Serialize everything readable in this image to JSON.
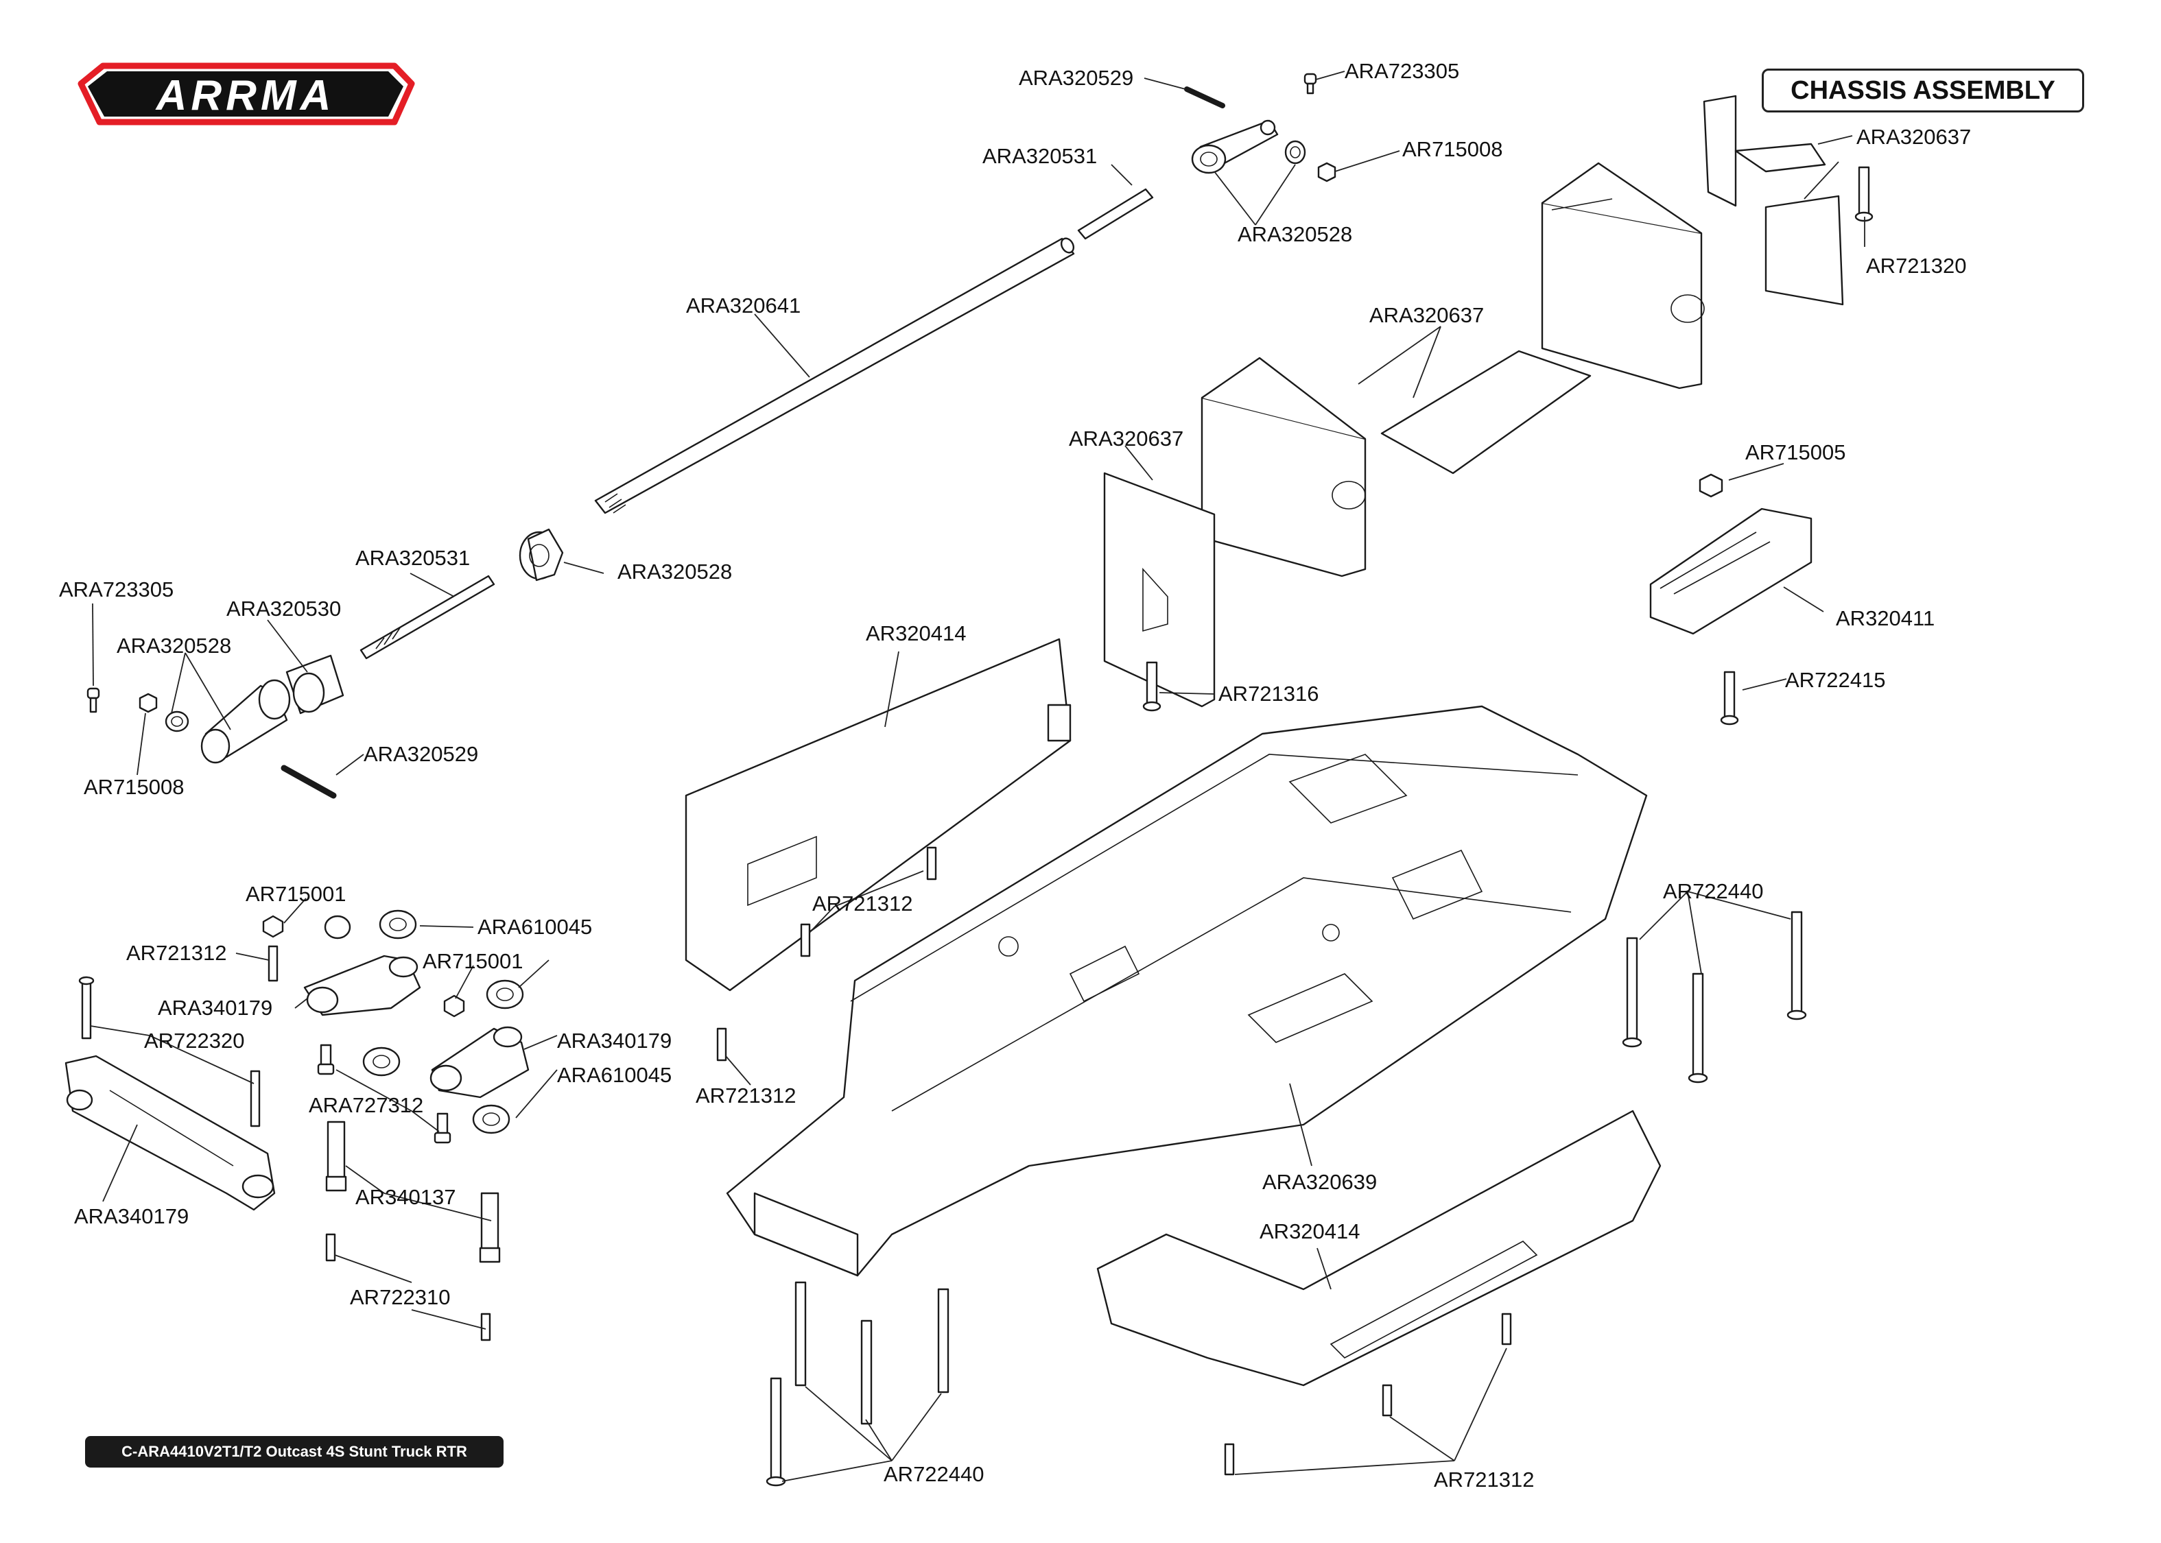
{
  "brand": {
    "logo_text": "ARRMA",
    "accent": "#e41e26"
  },
  "header": {
    "title": "CHASSIS ASSEMBLY"
  },
  "footer": {
    "model": "C-ARA4410V2T1/T2 Outcast 4S Stunt Truck RTR"
  },
  "labels": [
    "ARA320529",
    "ARA723305",
    "ARA320531",
    "AR715008",
    "ARA320528",
    "ARA320641",
    "ARA320637",
    "AR721320",
    "ARA320637",
    "ARA320637",
    "AR715005",
    "ARA320531",
    "ARA320528",
    "ARA723305",
    "ARA320530",
    "ARA320528",
    "AR320411",
    "AR320414",
    "AR721316",
    "AR715008",
    "ARA320529",
    "AR722415",
    "AR715001",
    "ARA610045",
    "AR721312",
    "AR715001",
    "AR721312",
    "ARA340179",
    "AR722440",
    "AR722320",
    "ARA340179",
    "ARA610045",
    "ARA727312",
    "AR721312",
    "AR340137",
    "ARA340179",
    "ARA320639",
    "AR320414",
    "AR722310",
    "AR722440",
    "AR721312"
  ]
}
